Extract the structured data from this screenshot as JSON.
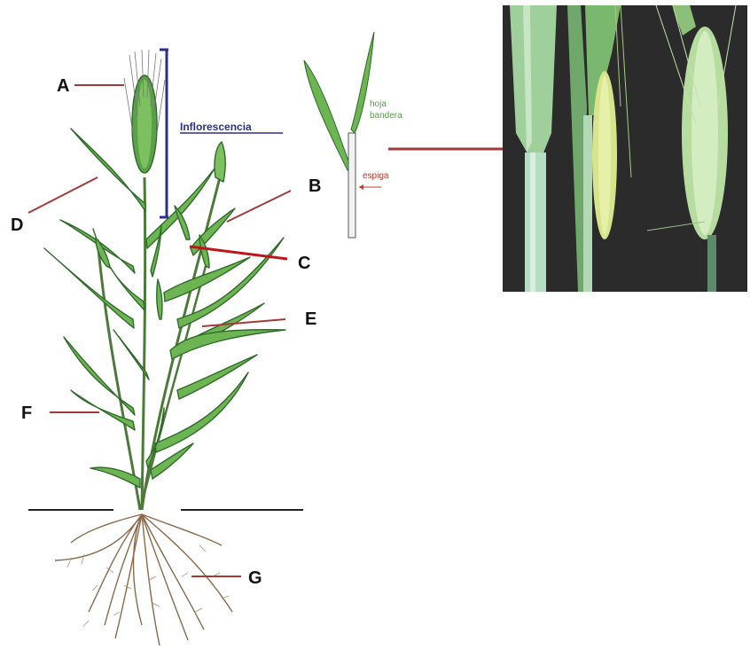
{
  "labels": {
    "A": "A",
    "B": "B",
    "C": "C",
    "D": "D",
    "E": "E",
    "F": "F",
    "G": "G"
  },
  "inflorescence_label": "Inflorescencia",
  "flag_leaf_label": [
    "hoja",
    "bandera"
  ],
  "spike_label": "espiga",
  "colors": {
    "leaf": "#6db552",
    "leaf_dark": "#2f6b2a",
    "stem": "#4b7a3a",
    "leader": "#a33a3a",
    "bracket": "#2b2f8f",
    "root": "#8a6a4a",
    "photo_bg": "#2a2a2a",
    "photo_stem": "#b9dcc0"
  }
}
